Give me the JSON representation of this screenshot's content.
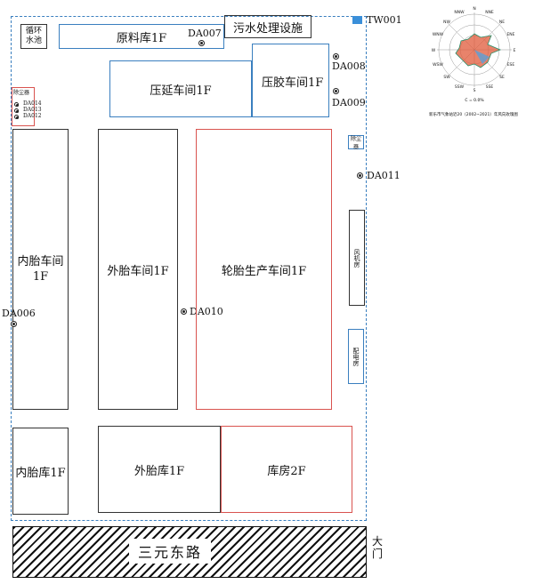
{
  "site": {
    "buildings": {
      "circulating_pool": "循环\n水池",
      "raw_material_warehouse": "原料库1F",
      "sewage_facility": "污水处理设施",
      "rolling_workshop": "压延车间1F",
      "pressing_workshop": "压胶车间1F",
      "inner_tube_workshop": "内胎车间\n1F",
      "outer_tube_workshop": "外胎车间1F",
      "tire_workshop": "轮胎生产车间1F",
      "inner_tube_warehouse": "内胎库1F",
      "outer_tube_warehouse": "外胎库1F",
      "storehouse": "库房2F",
      "left_small_facility": "除尘器",
      "right_small_facility": "除尘器",
      "right_tall_room_1": "风机房",
      "right_tall_room_2": "配电房"
    },
    "road": "三元东路",
    "gate": "大\n门",
    "outlets": {
      "tw001": "TW001",
      "da007": "DA007",
      "da008": "DA008",
      "da009": "DA009",
      "da011": "DA011",
      "da006": "DA006",
      "da010": "DA010",
      "da014": "DA014",
      "da013": "DA013",
      "da012": "DA012"
    },
    "colors": {
      "boundary": "#3a7fbf",
      "production": "#d9534f",
      "outline": "#333333",
      "wind_rose": "#e05a3a"
    }
  },
  "wind_rose": {
    "directions": [
      "N",
      "NNE",
      "NE",
      "ENE",
      "E",
      "ESE",
      "SE",
      "SSE",
      "S",
      "SSW",
      "SW",
      "WSW",
      "W",
      "WNW",
      "NW",
      "NNW"
    ],
    "scale_label": "C = 0.0%",
    "caption": "新乐市气象站近20（2002~2021）年风向玫瑰图"
  }
}
